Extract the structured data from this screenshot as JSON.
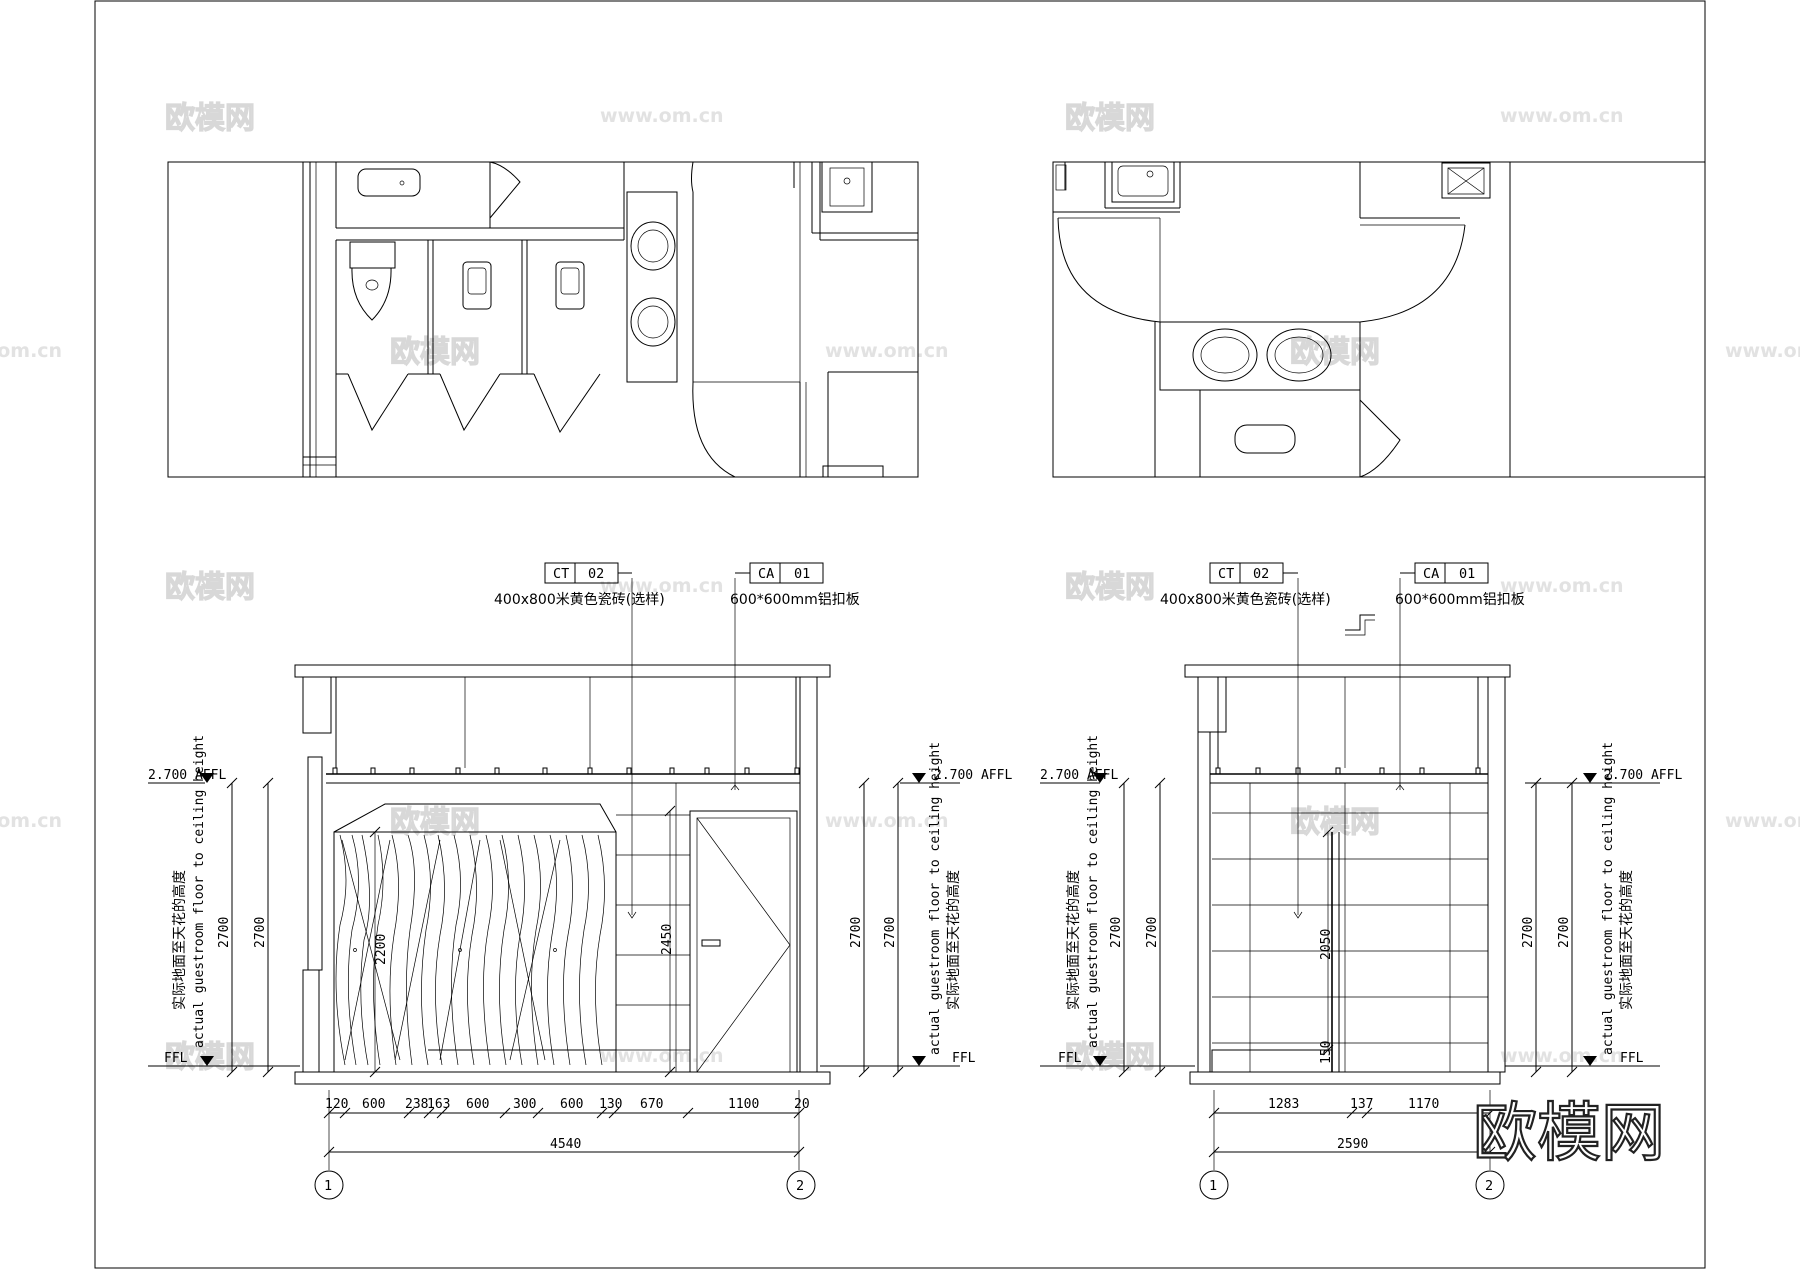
{
  "left_elevation": {
    "tags": [
      {
        "code": "CT",
        "num": "02",
        "note": "400x800米黄色瓷砖(选样)"
      },
      {
        "code": "CA",
        "num": "01",
        "note": "600*600mm铝扣板"
      }
    ],
    "level_left": "2.700 AFFL",
    "level_right": "2.700 AFFL",
    "ffl_left": "FFL",
    "ffl_right": "FFL",
    "height_cn": "实际地面至天花的高度",
    "height_en": "actual guestroom floor to ceiling height",
    "dims_vertical": [
      "2700",
      "2700",
      "2700",
      "2700",
      "2200",
      "2450"
    ],
    "dims_bottom": [
      "120",
      "600",
      "238",
      "163",
      "600",
      "300",
      "600",
      "130",
      "670",
      "1100",
      "20"
    ],
    "total": "4540",
    "grids": [
      "1",
      "2"
    ]
  },
  "right_elevation": {
    "tags": [
      {
        "code": "CT",
        "num": "02",
        "note": "400x800米黄色瓷砖(选样)"
      },
      {
        "code": "CA",
        "num": "01",
        "note": "600*600mm铝扣板"
      }
    ],
    "level_left": "2.700 AFFL",
    "level_right": "2.700 AFFL",
    "ffl_left": "FFL",
    "ffl_right": "FFL",
    "height_cn": "实际地面至天花的高度",
    "height_en": "actual guestroom floor to ceiling height",
    "dims_vertical": [
      "2700",
      "2700",
      "2700",
      "2700",
      "2050",
      "150"
    ],
    "dims_bottom": [
      "1283",
      "137",
      "1170"
    ],
    "total": "2590",
    "grids": [
      "1",
      "2"
    ]
  },
  "watermarks": {
    "logo": "欧模网",
    "url": "www.om.cn",
    "url_edge": ".om.cn",
    "brand": "欧模网"
  }
}
